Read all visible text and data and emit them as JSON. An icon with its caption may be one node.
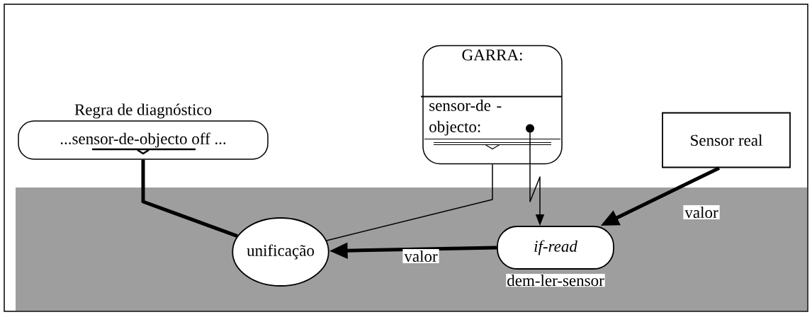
{
  "diagram": {
    "nodes": [
      {
        "text": [
          "Regra de diagnóstico",
          "...sensor-de-objecto off ..."
        ]
      },
      {
        "text": [
          "GARRA:",
          "sensor-de -objecto:"
        ]
      },
      {
        "text": [
          "Sensor real"
        ]
      },
      {
        "text": [
          "unificação"
        ]
      },
      {
        "text": [
          "if-read"
        ],
        "beside": [
          "dem-ler-sensor"
        ]
      }
    ],
    "edges": [
      {
        "from": 0,
        "to": 3,
        "arrow": "none"
      },
      {
        "from": 1,
        "to": 3,
        "arrow": "none"
      },
      {
        "from": 1,
        "to": 4,
        "arrow": "to"
      },
      {
        "from": 2,
        "to": 4,
        "arrow": "to",
        "label": "valor"
      },
      {
        "from": 4,
        "to": 3,
        "arrow": "to",
        "label": "valor"
      }
    ]
  }
}
